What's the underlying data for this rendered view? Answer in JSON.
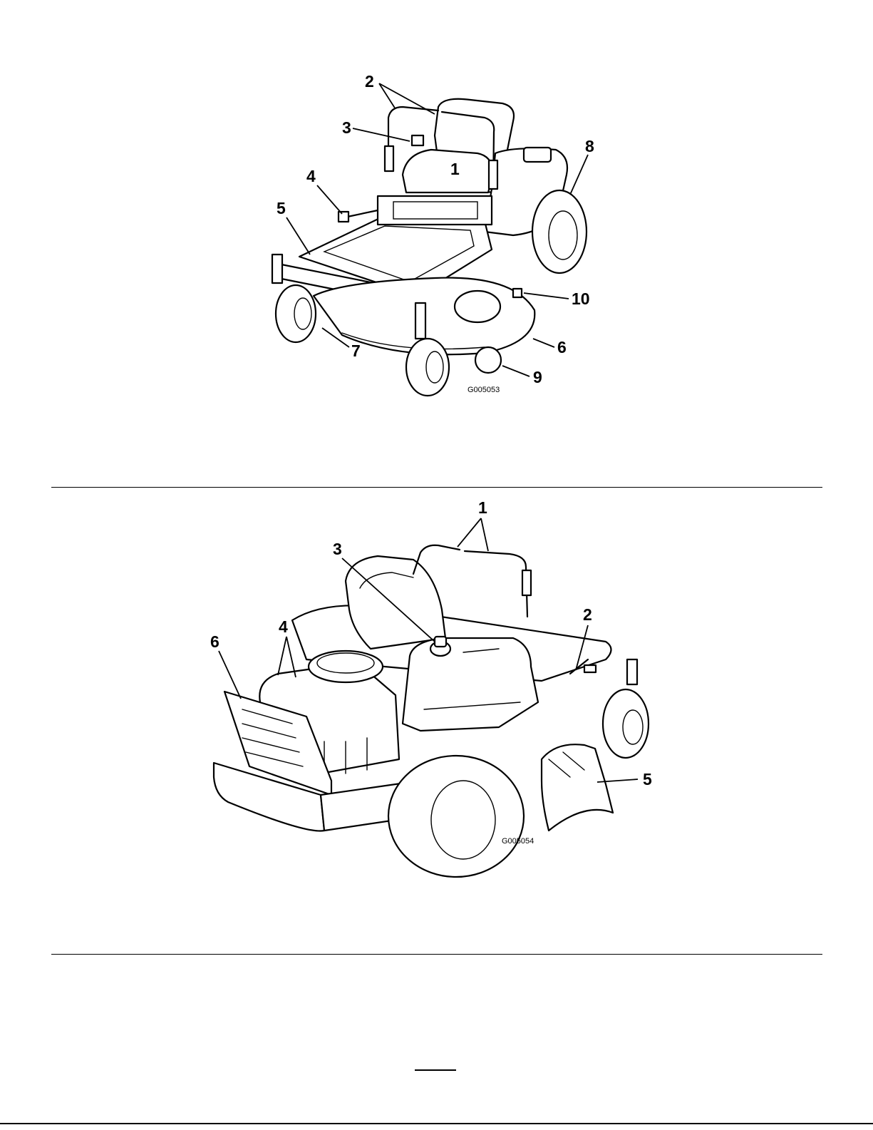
{
  "figure1": {
    "id": "G005053",
    "callouts": [
      "1",
      "2",
      "3",
      "4",
      "5",
      "6",
      "7",
      "8",
      "9",
      "10"
    ]
  },
  "figure2": {
    "id": "G005054",
    "callouts": [
      "1",
      "2",
      "3",
      "4",
      "5",
      "6"
    ]
  },
  "icons": {
    "figure1": "mower-front-view-illustration",
    "figure2": "mower-rear-view-illustration"
  }
}
